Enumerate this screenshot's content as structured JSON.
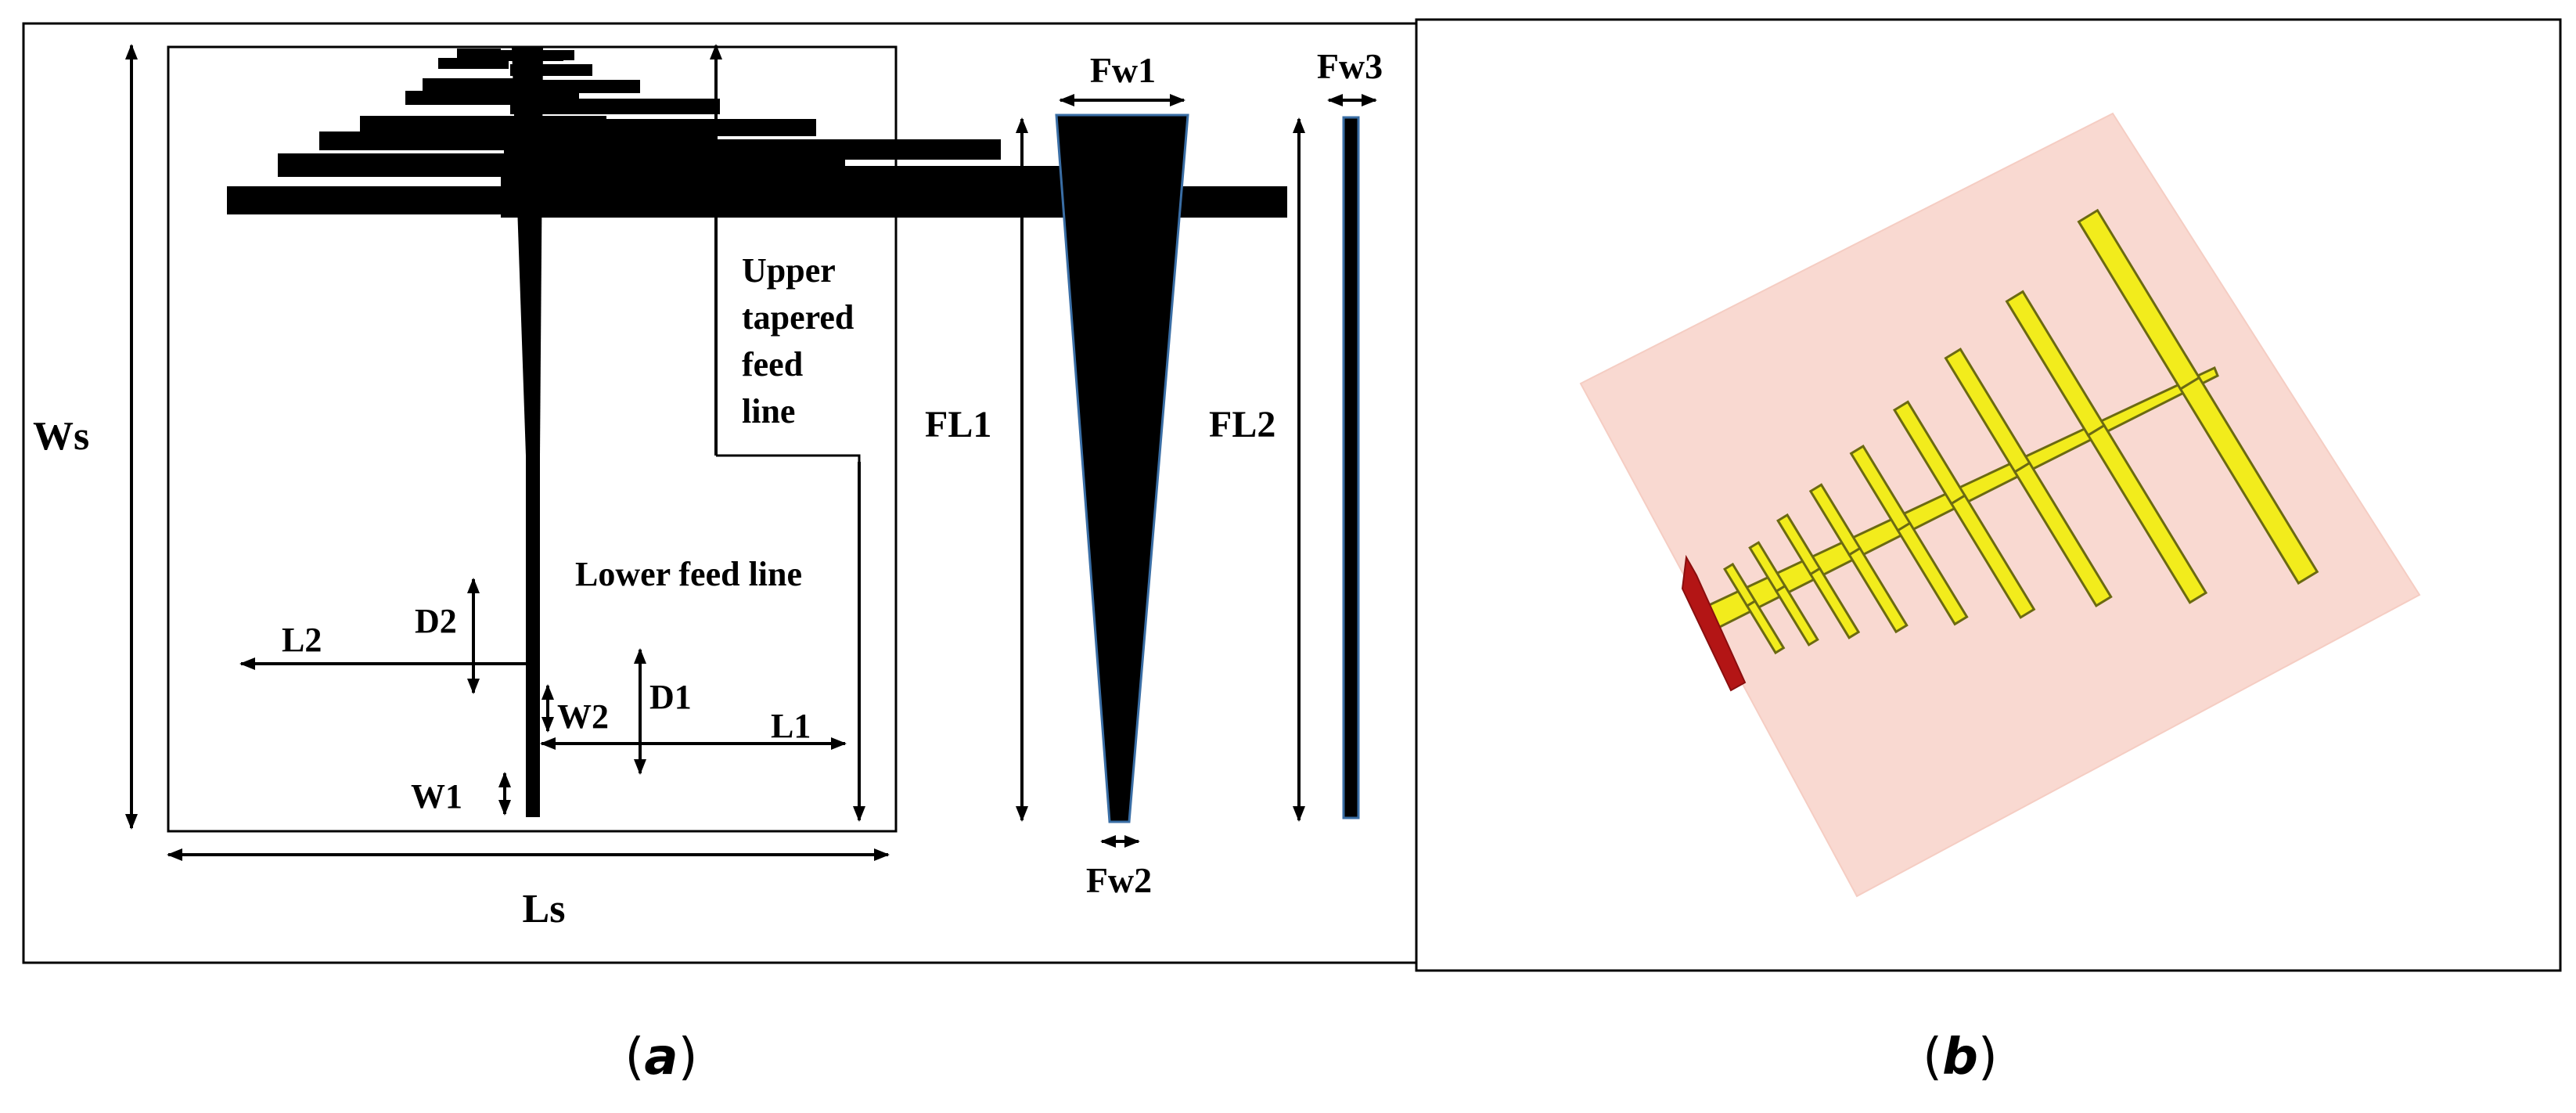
{
  "panel_a": {
    "labels": {
      "ws": "Ws",
      "ls": "Ls",
      "l2": "L2",
      "d2": "D2",
      "w2": "W2",
      "d1": "D1",
      "l1": "L1",
      "w1": "W1",
      "upper_1": "Upper",
      "upper_2": "tapered",
      "upper_3": "feed",
      "upper_4": "line",
      "lower": "Lower feed line",
      "fw1": "Fw1",
      "fw2": "Fw2",
      "fw3": "Fw3",
      "fl1": "FL1",
      "fl2": "FL2"
    }
  },
  "panel_b": {
    "colors": {
      "substrate": "#f9d9d1",
      "elements": "#f2ec1c",
      "port": "#b31515"
    }
  },
  "captions": {
    "a_open": "(",
    "a_letter": "a",
    "a_close": ")",
    "b_open": "(",
    "b_letter": "b",
    "b_close": ")"
  }
}
